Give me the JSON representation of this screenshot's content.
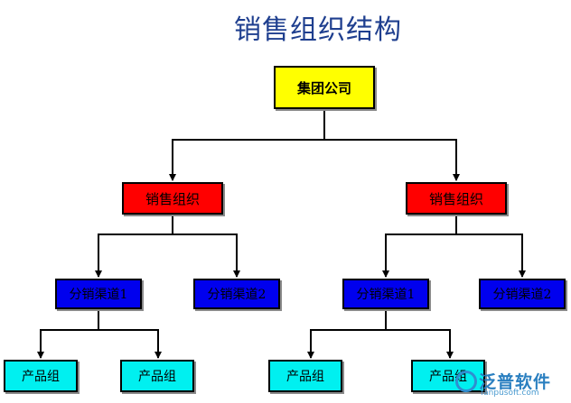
{
  "title": "销售组织结构",
  "root": {
    "label": "集团公司",
    "color": "#ffff00"
  },
  "sales_orgs": [
    {
      "label": "销售组织",
      "channels": [
        {
          "label": "分销渠道1",
          "products": [
            "产品组",
            "产品组"
          ]
        },
        {
          "label": "分销渠道2",
          "products": []
        }
      ]
    },
    {
      "label": "销售组织",
      "channels": [
        {
          "label": "分销渠道1",
          "products": [
            "产品组",
            "产品组"
          ]
        },
        {
          "label": "分销渠道2",
          "products": []
        }
      ]
    }
  ],
  "colors": {
    "title": "#1f3f8f",
    "sales": "#ff0000",
    "channel": "#0000ee",
    "product": "#00f0f0"
  },
  "watermark": {
    "name": "泛普软件",
    "url": "fanpusoft.com"
  }
}
